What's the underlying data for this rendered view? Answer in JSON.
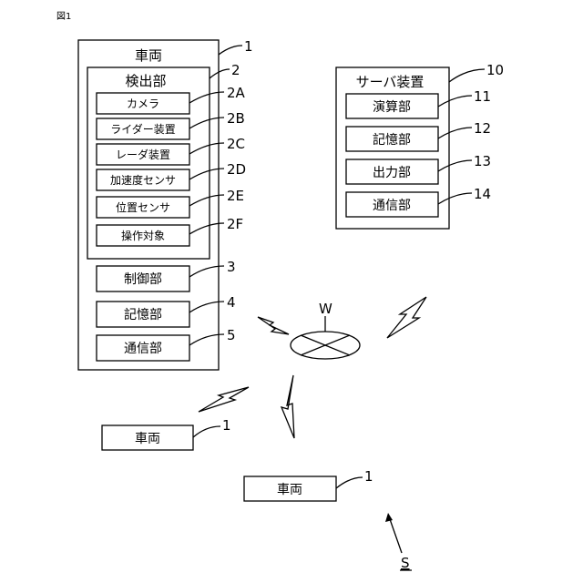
{
  "figure_label": "図1",
  "vehicle": {
    "title": "車両",
    "ref": "1",
    "detector": {
      "title": "検出部",
      "ref": "2",
      "items": [
        {
          "label": "カメラ",
          "ref": "2A"
        },
        {
          "label": "ライダー装置",
          "ref": "2B"
        },
        {
          "label": "レーダ装置",
          "ref": "2C"
        },
        {
          "label": "加速度センサ",
          "ref": "2D"
        },
        {
          "label": "位置センサ",
          "ref": "2E"
        },
        {
          "label": "操作対象",
          "ref": "2F"
        }
      ]
    },
    "units": [
      {
        "label": "制御部",
        "ref": "3"
      },
      {
        "label": "記憶部",
        "ref": "4"
      },
      {
        "label": "通信部",
        "ref": "5"
      }
    ]
  },
  "server": {
    "title": "サーバ装置",
    "ref": "10",
    "units": [
      {
        "label": "演算部",
        "ref": "11"
      },
      {
        "label": "記憶部",
        "ref": "12"
      },
      {
        "label": "出力部",
        "ref": "13"
      },
      {
        "label": "通信部",
        "ref": "14"
      }
    ]
  },
  "network": {
    "label": "W"
  },
  "other_vehicles": [
    {
      "label": "車両",
      "ref": "1"
    },
    {
      "label": "車両",
      "ref": "1"
    }
  ],
  "system": {
    "label": "S"
  }
}
